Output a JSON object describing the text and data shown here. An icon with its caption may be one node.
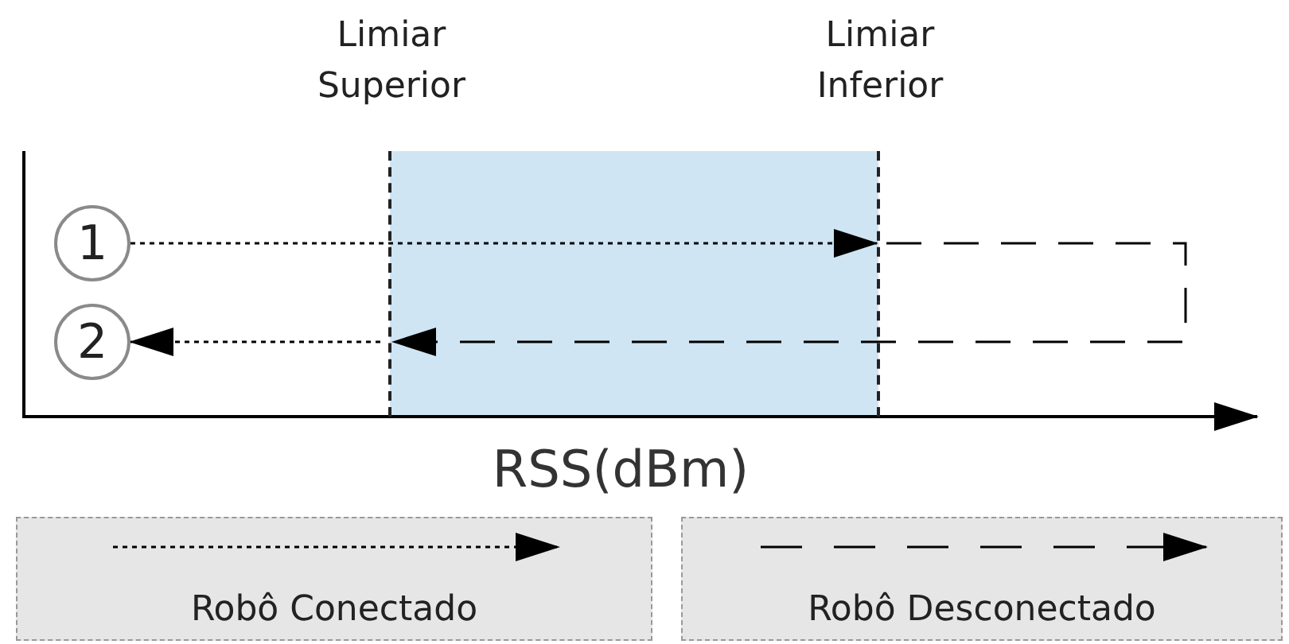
{
  "diagram": {
    "nodes": [
      {
        "text": [
          "1"
        ]
      },
      {
        "text": [
          "2"
        ]
      },
      {
        "text": [
          "Limiar Superior"
        ]
      },
      {
        "text": [
          "Limiar Inferior"
        ]
      }
    ],
    "edges": [
      {
        "from": 0,
        "to": 3,
        "arrow": "to"
      },
      {
        "from": 3,
        "to": 2,
        "arrow": "to",
        "style": "dashed"
      },
      {
        "from": 2,
        "to": 1,
        "arrow": "to"
      }
    ],
    "labels": [
      "RSS(dBm)"
    ],
    "legend": [
      {
        "text": "Robô Conectado"
      },
      {
        "text": "Robô Desconectado"
      }
    ]
  }
}
